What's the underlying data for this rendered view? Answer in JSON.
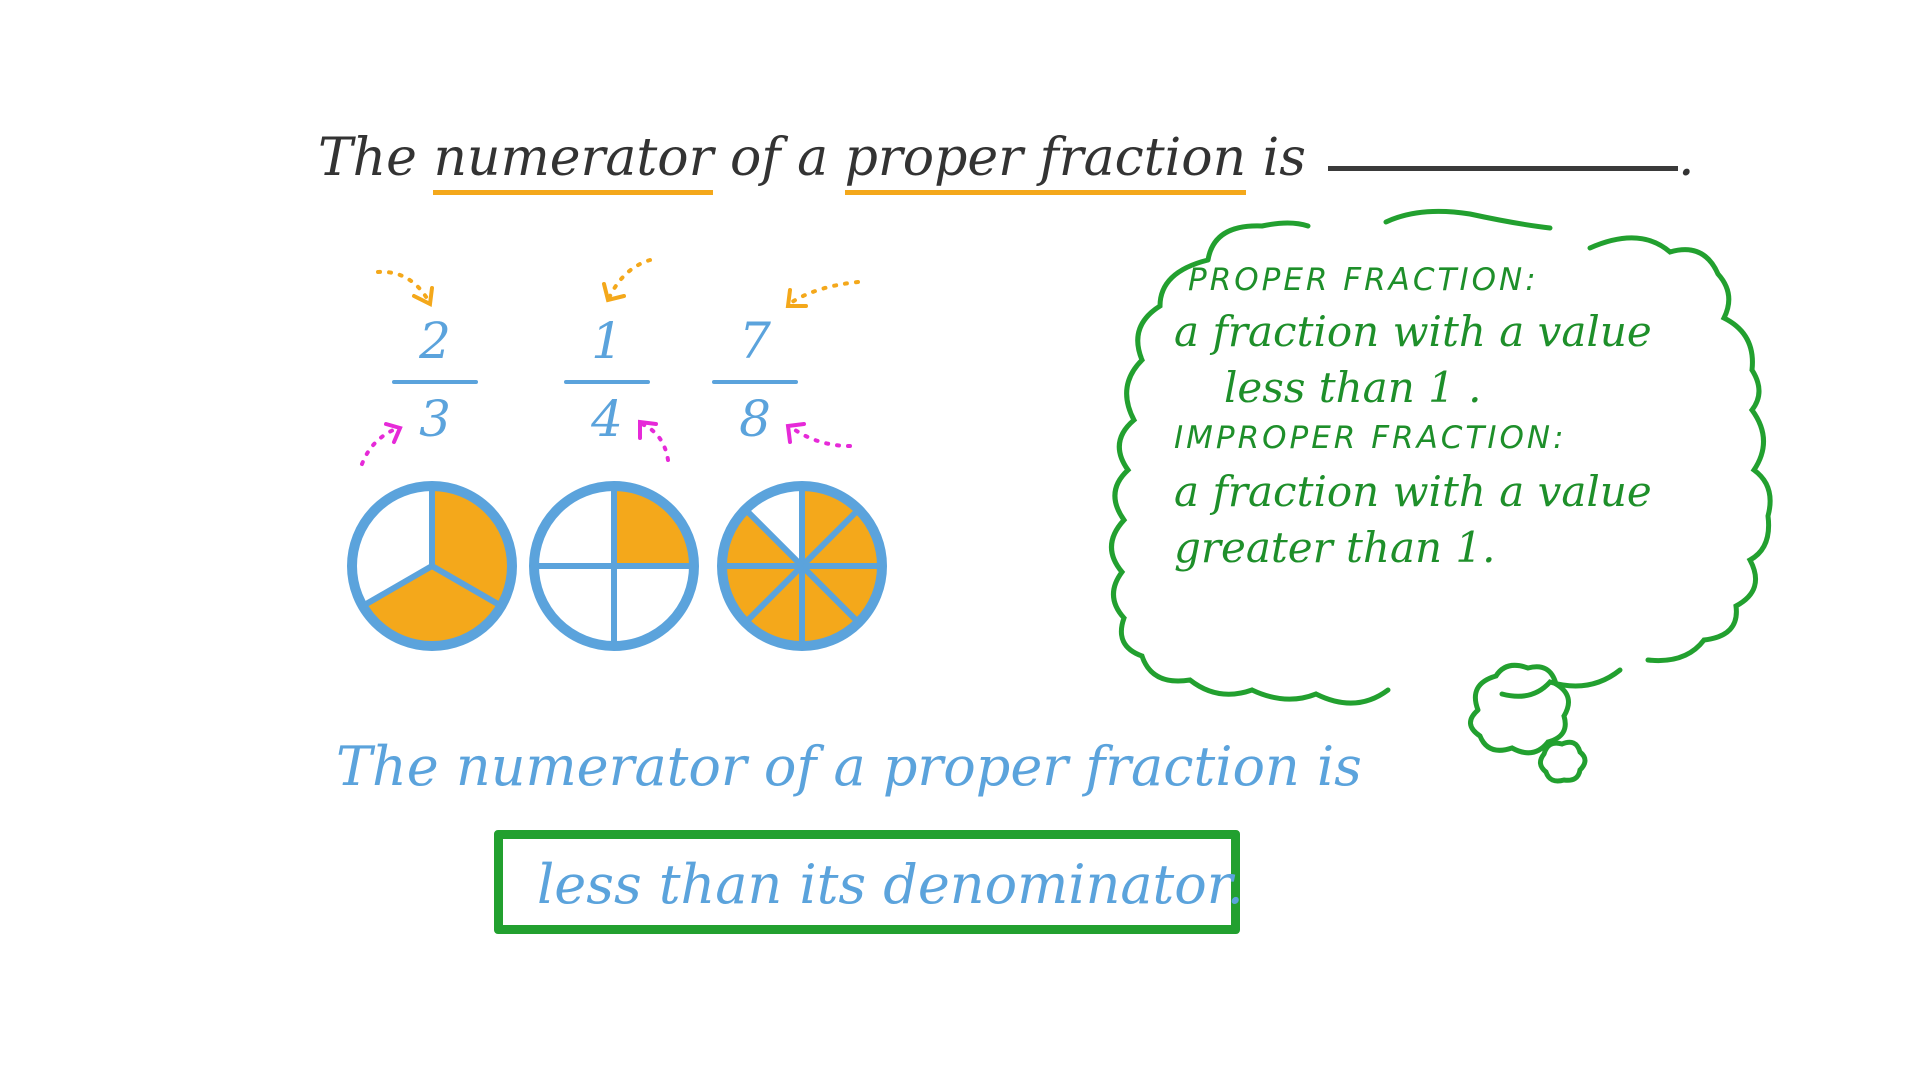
{
  "question": {
    "part1": "The",
    "part2": "numerator",
    "part3": "of a",
    "part4": "proper fraction",
    "part5": "is",
    "end": "."
  },
  "fractions": [
    {
      "numerator": "2",
      "denominator": "3",
      "shaded_parts": 2,
      "total_parts": 3
    },
    {
      "numerator": "1",
      "denominator": "4",
      "shaded_parts": 1,
      "total_parts": 4
    },
    {
      "numerator": "7",
      "denominator": "8",
      "shaded_parts": 7,
      "total_parts": 8
    }
  ],
  "definitions": {
    "proper_heading": "PROPER FRACTION:",
    "proper_line1": "a fraction with a value",
    "proper_line2": "less than 1 .",
    "improper_heading": "IMPROPER FRACTION:",
    "improper_line1": "a fraction with a value",
    "improper_line2": "greater than 1."
  },
  "answer": {
    "statement": "The numerator of a proper fraction is",
    "boxed": "less than its denominator."
  },
  "colors": {
    "blue": "#5ba3dc",
    "orange": "#f4a81b",
    "green": "#22a02f",
    "magenta": "#e62ad8",
    "ink": "#333333"
  }
}
